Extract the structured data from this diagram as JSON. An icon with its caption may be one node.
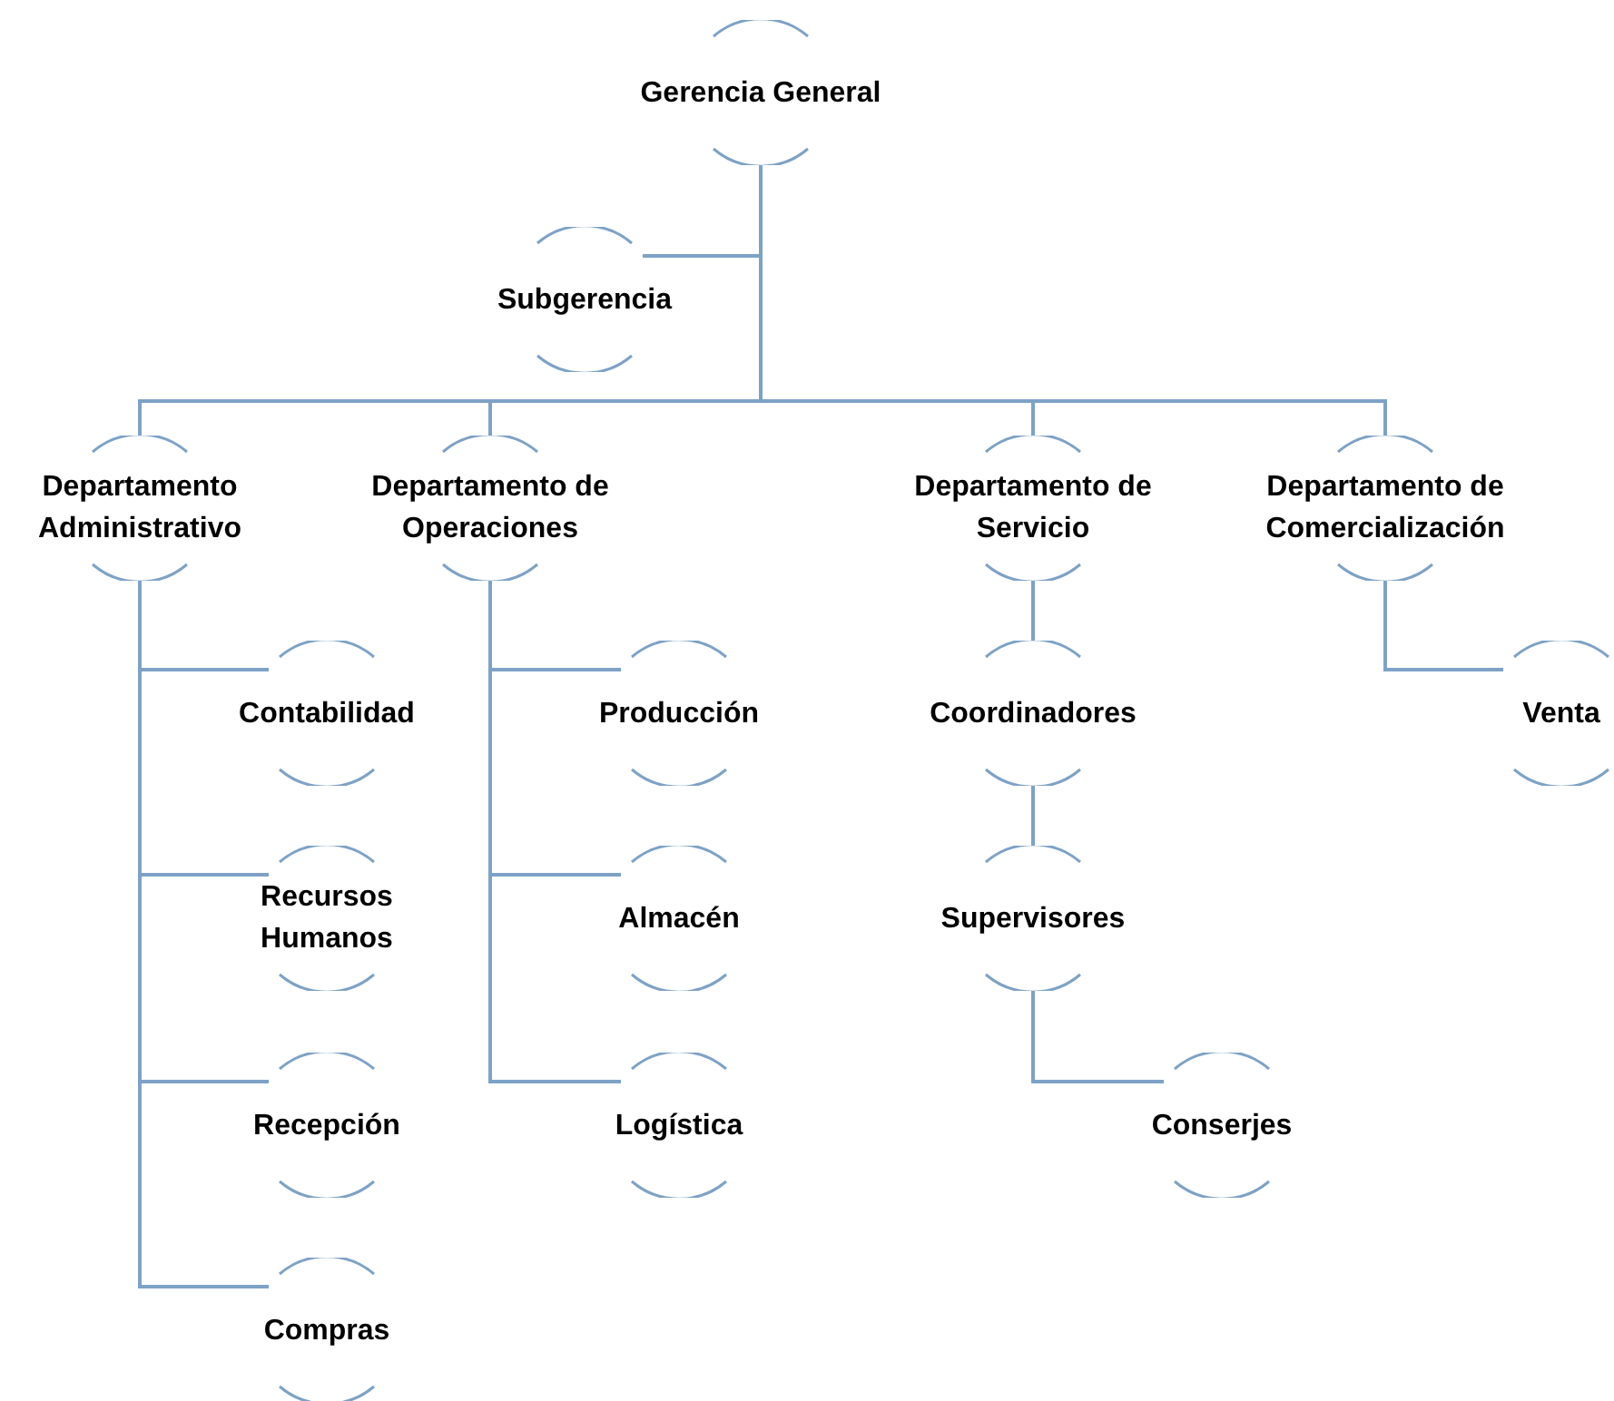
{
  "diagram": {
    "nodes": [
      {
        "text": [
          "Gerencia General"
        ]
      },
      {
        "text": [
          "Subgerencia"
        ]
      },
      {
        "text": [
          "Departamento Administrativo"
        ]
      },
      {
        "text": [
          "Departamento de Operaciones"
        ]
      },
      {
        "text": [
          "Departamento de Servicio"
        ]
      },
      {
        "text": [
          "Departamento de Comercialización"
        ]
      },
      {
        "text": [
          "Contabilidad"
        ]
      },
      {
        "text": [
          "Recursos Humanos"
        ]
      },
      {
        "text": [
          "Recepción"
        ]
      },
      {
        "text": [
          "Compras"
        ]
      },
      {
        "text": [
          "Producción"
        ]
      },
      {
        "text": [
          "Almacén"
        ]
      },
      {
        "text": [
          "Logística"
        ]
      },
      {
        "text": [
          "Coordinadores"
        ]
      },
      {
        "text": [
          "Supervisores"
        ]
      },
      {
        "text": [
          "Conserjes"
        ]
      },
      {
        "text": [
          "Venta"
        ]
      }
    ],
    "edges": [
      {
        "from": 0,
        "to": 1,
        "arrow": "none"
      },
      {
        "from": 0,
        "to": 2,
        "arrow": "none"
      },
      {
        "from": 0,
        "to": 3,
        "arrow": "none"
      },
      {
        "from": 0,
        "to": 4,
        "arrow": "none"
      },
      {
        "from": 0,
        "to": 5,
        "arrow": "none"
      },
      {
        "from": 2,
        "to": 6,
        "arrow": "none"
      },
      {
        "from": 2,
        "to": 7,
        "arrow": "none"
      },
      {
        "from": 2,
        "to": 8,
        "arrow": "none"
      },
      {
        "from": 2,
        "to": 9,
        "arrow": "none"
      },
      {
        "from": 3,
        "to": 10,
        "arrow": "none"
      },
      {
        "from": 3,
        "to": 11,
        "arrow": "none"
      },
      {
        "from": 3,
        "to": 12,
        "arrow": "none"
      },
      {
        "from": 4,
        "to": 13,
        "arrow": "none"
      },
      {
        "from": 13,
        "to": 14,
        "arrow": "none"
      },
      {
        "from": 14,
        "to": 15,
        "arrow": "none"
      },
      {
        "from": 5,
        "to": 16,
        "arrow": "none"
      }
    ]
  }
}
